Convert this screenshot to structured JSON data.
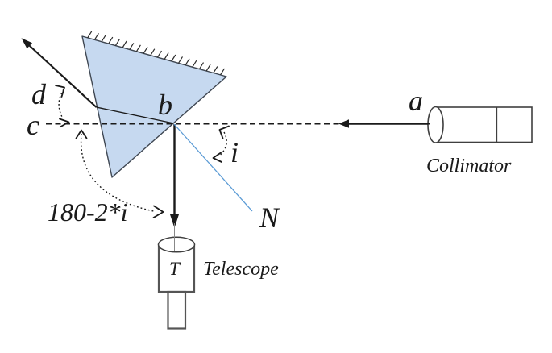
{
  "diagram": {
    "labels": {
      "incident_ray": "a",
      "incidence_point": "b",
      "undeviated_ray": "c",
      "deviation_angle": "d",
      "incidence_angle": "i",
      "normal": "N",
      "telescope_letter": "T",
      "deviation_formula": "180-2*i",
      "collimator_caption": "Collimator",
      "telescope_caption": "Telescope"
    },
    "colors": {
      "prism_fill": "#c6d9f0",
      "prism_stroke": "#3f4752",
      "normal_line": "#5b9bd5",
      "ink": "#1a1a1a"
    }
  }
}
